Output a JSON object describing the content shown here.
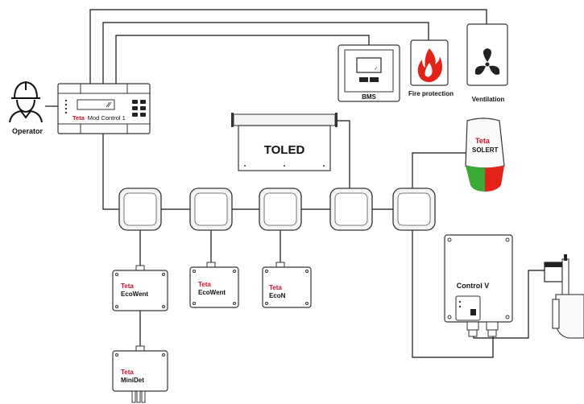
{
  "operator": {
    "label": "Operator",
    "icon": "operator-icon"
  },
  "controller": {
    "brand": "Teta",
    "name": "Mod Control 1",
    "icon": "controller-module-icon"
  },
  "bms": {
    "label": "BMS",
    "icon": "bms-panel-icon"
  },
  "fire": {
    "label": "Fire protection",
    "icon": "fire-icon",
    "color": "#e2231a"
  },
  "ventilation": {
    "label": "Ventilation",
    "icon": "fan-icon"
  },
  "toled": {
    "label": "TOLED"
  },
  "solert": {
    "brand": "Teta",
    "name": "SOLERT",
    "accent_green": "#3aa935",
    "accent_red": "#e2231a"
  },
  "control_v": {
    "label": "Control V"
  },
  "devices": [
    {
      "brand": "Teta",
      "name": "EcoWent"
    },
    {
      "brand": "Teta",
      "name": "EcoWent"
    },
    {
      "brand": "Teta",
      "name": "EcoN"
    },
    {
      "brand": "Teta",
      "name": "MiniDet"
    }
  ],
  "colors": {
    "brand_red": "#c8102e",
    "line": "#111111"
  }
}
